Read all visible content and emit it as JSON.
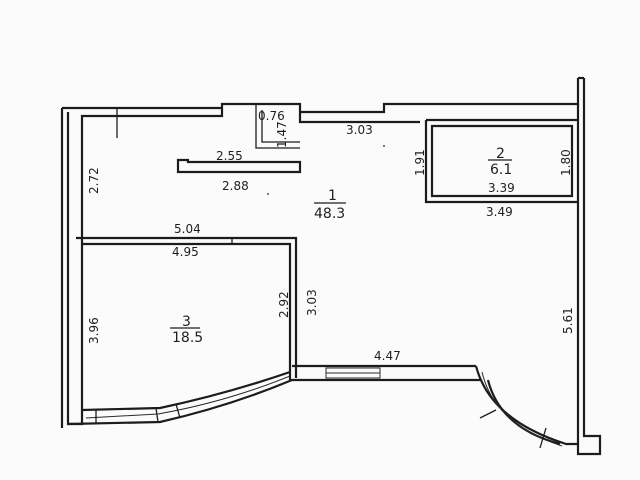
{
  "rooms": [
    {
      "number": "1",
      "area": "48.3"
    },
    {
      "number": "2",
      "area": "6.1"
    },
    {
      "number": "3",
      "area": "18.5"
    }
  ],
  "dimensions": {
    "d_0_76": "0.76",
    "d_1_47": "1.47",
    "d_2_72": "2.72",
    "d_2_55": "2.55",
    "d_2_88": "2.88",
    "d_3_03_top": "3.03",
    "d_1_91": "1.91",
    "d_1_80": "1.80",
    "d_3_39": "3.39",
    "d_3_49": "3.49",
    "d_5_04": "5.04",
    "d_4_95": "4.95",
    "d_3_96": "3.96",
    "d_2_92": "2.92",
    "d_3_03_mid": "3.03",
    "d_5_61": "5.61",
    "d_4_47": "4.47"
  }
}
